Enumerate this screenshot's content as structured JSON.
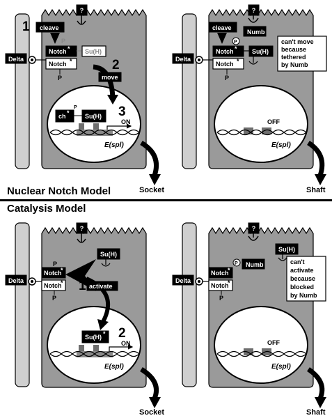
{
  "colors": {
    "cell_fill": "#9a9a9a",
    "neighbor_cell_fill": "#cfcfcf",
    "nucleus_fill": "#ffffff",
    "dna_box": "#6e6e6e",
    "label_box": "#000000",
    "background": "#ffffff"
  },
  "icons": [
    "question-mark-box-icon",
    "receptor-fork-icon",
    "ligand-knob-icon",
    "curved-arrow-icon",
    "dna-helix-icon",
    "phosphate-tag-icon"
  ],
  "sections": {
    "top_title": "Nuclear Notch Model",
    "bottom_title": "Catalysis Model"
  },
  "labels": {
    "question": "?",
    "delta": "Delta",
    "notch": "Notch",
    "notch_cleaved_left": "Notch",
    "notch_cleaved_right": "ch",
    "star": "*",
    "phos": "P",
    "suh": "Su(H)",
    "numb": "Numb",
    "espl": "E(spl)",
    "on": "ON",
    "off": "OFF",
    "socket": "Socket",
    "shaft": "Shaft",
    "cleave": "cleave",
    "move": "move",
    "activate": "activate",
    "ch_star": "ch",
    "num1": "1",
    "num2": "2",
    "num3": "3"
  },
  "notes": {
    "tethered": [
      "can't move",
      "because",
      "tethered",
      "by Numb"
    ],
    "blocked": [
      "can't",
      "activate",
      "because",
      "blocked",
      "by Numb"
    ]
  }
}
